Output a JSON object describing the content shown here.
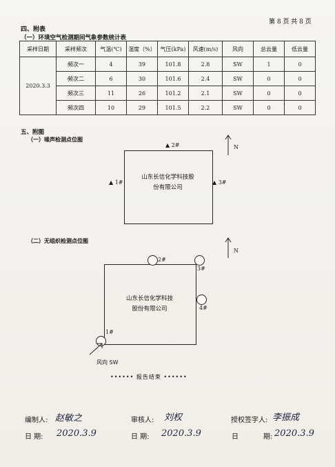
{
  "header": {
    "page_number": "第 8 页 共 8 页"
  },
  "appendix": {
    "title": "四、附表",
    "subtitle": "（一）环境空气检测期间气象参数统计表",
    "table": {
      "columns": [
        "采样日期",
        "采样频次",
        "气温(℃)",
        "湿度（%）",
        "气压(kPa)",
        "风速(m/s)",
        "风向",
        "总云量",
        "低云量"
      ],
      "date": "2020.3.3",
      "rows": [
        [
          "频次一",
          "4",
          "39",
          "101.8",
          "2.8",
          "SW",
          "1",
          "0"
        ],
        [
          "频次二",
          "6",
          "30",
          "101.6",
          "2.4",
          "SW",
          "0",
          "0"
        ],
        [
          "频次三",
          "11",
          "26",
          "101.2",
          "2.1",
          "SW",
          "0",
          "0"
        ],
        [
          "频次四",
          "10",
          "29",
          "101.5",
          "2.2",
          "SW",
          "0",
          "0"
        ]
      ]
    }
  },
  "figures": {
    "title": "五、附图",
    "noise": {
      "subtitle": "（一）噪声检测点位图",
      "company_line1": "山东长信化学科技股",
      "company_line2": "份有限公司",
      "points": {
        "p1": "1#",
        "p2": "2#",
        "p3": "3#"
      },
      "north": "N"
    },
    "unorganized": {
      "subtitle": "（二）无组织检测点位图",
      "company_line1": "山东长信化学科技",
      "company_line2": "股份有限公司",
      "points": {
        "p1": "1#",
        "p2": "2#",
        "p3": "3#",
        "p4": "4#"
      },
      "north": "N",
      "wind": "风向 SW"
    }
  },
  "report_end": "•••••• 报告结束 ••••••",
  "signatures": {
    "editor_label": "编制人:",
    "editor_sign": "赵敏之",
    "reviewer_label": "审核人:",
    "reviewer_sign": "刘权",
    "approver_label": "授权签字人:",
    "approver_sign": "李振成",
    "date_label": "日  期:",
    "date_label_3": "日",
    "date_label_3b": "期:",
    "date_value": "2020.3.9"
  }
}
